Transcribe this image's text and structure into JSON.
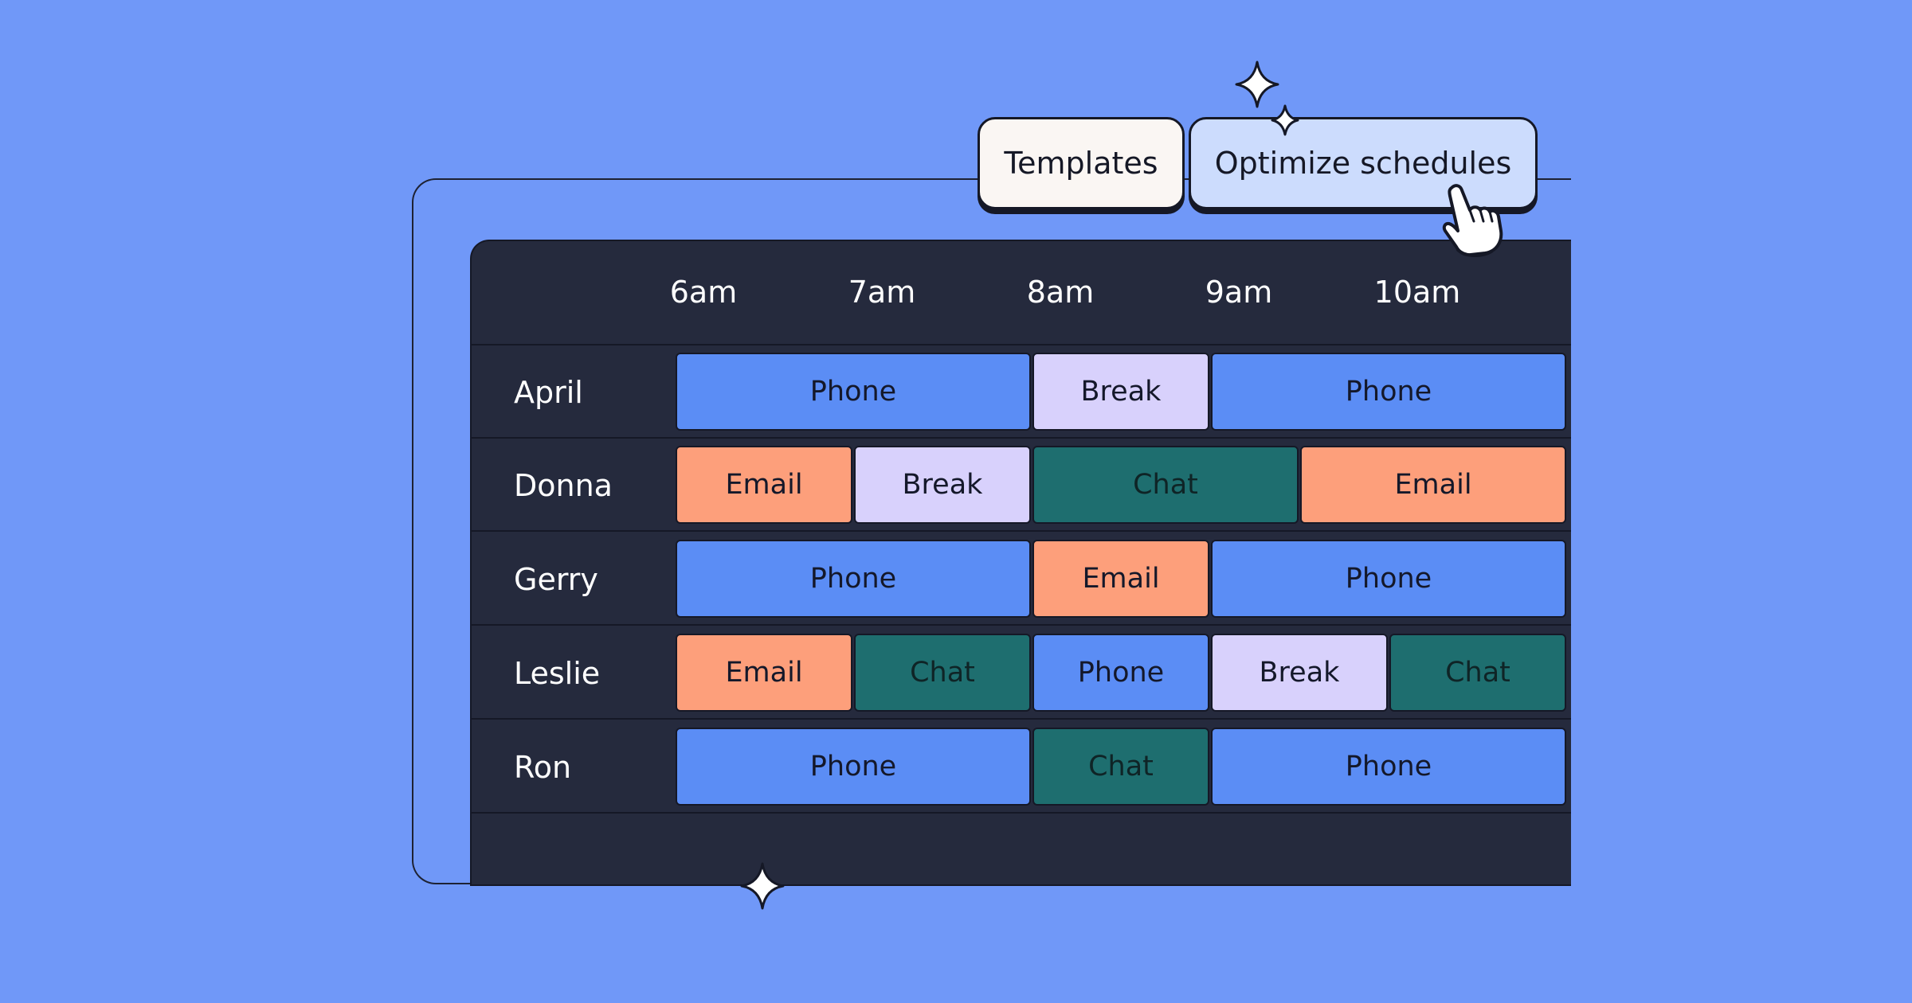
{
  "toolbar": {
    "templates_label": "Templates",
    "optimize_label": "Optimize schedules"
  },
  "schedule": {
    "hours": [
      "6am",
      "7am",
      "8am",
      "9am",
      "10am"
    ],
    "rows": [
      {
        "name": "April",
        "blocks": [
          {
            "label": "Phone",
            "type": "phone",
            "start": "6am",
            "end": "8am"
          },
          {
            "label": "Break",
            "type": "break",
            "start": "8am",
            "end": "9am"
          },
          {
            "label": "Phone",
            "type": "phone",
            "start": "9am",
            "end": "11am"
          }
        ]
      },
      {
        "name": "Donna",
        "blocks": [
          {
            "label": "Email",
            "type": "email",
            "start": "6am",
            "end": "7am"
          },
          {
            "label": "Break",
            "type": "break",
            "start": "7am",
            "end": "8am"
          },
          {
            "label": "Chat",
            "type": "chat",
            "start": "8am",
            "end": "9:30am"
          },
          {
            "label": "Email",
            "type": "email",
            "start": "9:30am",
            "end": "11am"
          }
        ]
      },
      {
        "name": "Gerry",
        "blocks": [
          {
            "label": "Phone",
            "type": "phone",
            "start": "6am",
            "end": "8am"
          },
          {
            "label": "Email",
            "type": "email",
            "start": "8am",
            "end": "9am"
          },
          {
            "label": "Phone",
            "type": "phone",
            "start": "9am",
            "end": "11am"
          }
        ]
      },
      {
        "name": "Leslie",
        "blocks": [
          {
            "label": "Email",
            "type": "email",
            "start": "6am",
            "end": "7am"
          },
          {
            "label": "Chat",
            "type": "chat",
            "start": "7am",
            "end": "8am"
          },
          {
            "label": "Phone",
            "type": "phone",
            "start": "8am",
            "end": "9am"
          },
          {
            "label": "Break",
            "type": "break",
            "start": "9am",
            "end": "10am"
          },
          {
            "label": "Chat",
            "type": "chat",
            "start": "10am",
            "end": "11am"
          }
        ]
      },
      {
        "name": "Ron",
        "blocks": [
          {
            "label": "Phone",
            "type": "phone",
            "start": "6am",
            "end": "8am"
          },
          {
            "label": "Chat",
            "type": "chat",
            "start": "8am",
            "end": "9am"
          },
          {
            "label": "Phone",
            "type": "phone",
            "start": "9am",
            "end": "11am"
          }
        ]
      }
    ]
  },
  "colors": {
    "background": "#7098f8",
    "panel": "#252a3d",
    "phone": "#5b8df5",
    "break": "#d8d1fc",
    "email": "#fd9f7b",
    "chat": "#1e6e6f"
  },
  "icons": [
    "sparkle-icon",
    "pointer-hand-icon"
  ]
}
